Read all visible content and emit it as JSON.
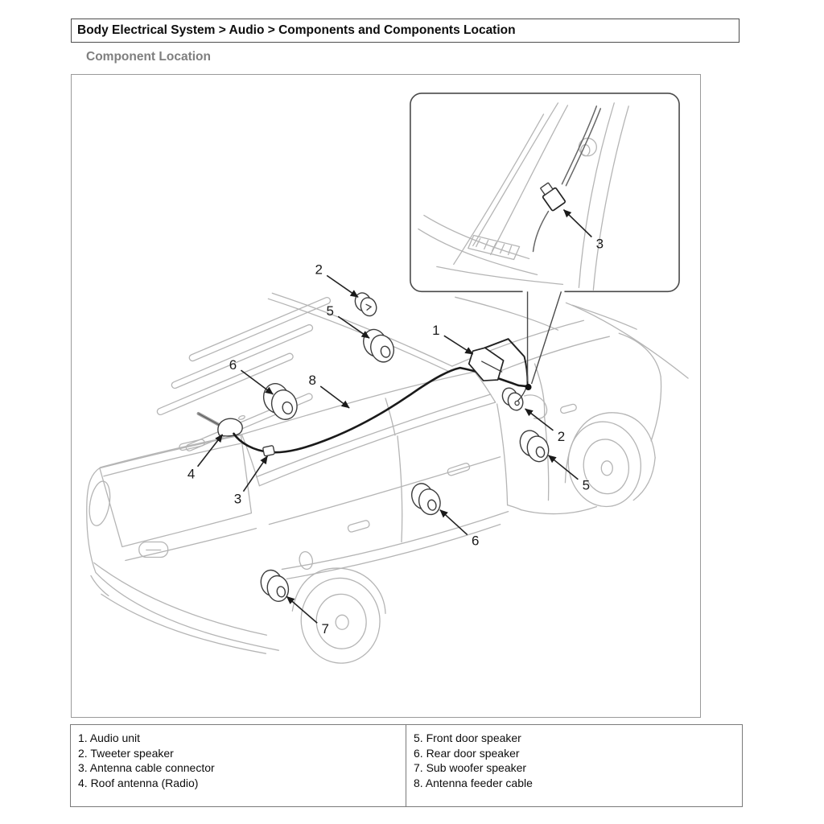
{
  "breadcrumb": {
    "text": "Body Electrical System > Audio > Components and Components Location"
  },
  "section": {
    "title": "Component Location"
  },
  "figure": {
    "callouts": {
      "audio_unit": "1",
      "tweeter_roof": "2",
      "front_door_roof": "5",
      "rear_door_roof": "6",
      "feeder_cable": "8",
      "roof_antenna": "4",
      "cable_connector": "3",
      "tweeter_side": "2",
      "front_door_side": "5",
      "rear_door_side": "6",
      "sub_woofer": "7",
      "cable_connector_inset": "3"
    }
  },
  "legend": {
    "left": [
      "1. Audio unit",
      "2. Tweeter speaker",
      "3. Antenna cable connector",
      "4. Roof antenna (Radio)"
    ],
    "right": [
      "5. Front door speaker",
      "6. Rear door speaker",
      "7. Sub woofer speaker",
      "8. Antenna feeder cable"
    ]
  },
  "colors": {
    "car_line": "#b5b5b5",
    "component_line": "#3d3d3d",
    "cable_line": "#1a1a1a",
    "callout_text": "#1a1a1a",
    "section_title": "#7f7f7f",
    "table_border": "#7a7a7a"
  }
}
